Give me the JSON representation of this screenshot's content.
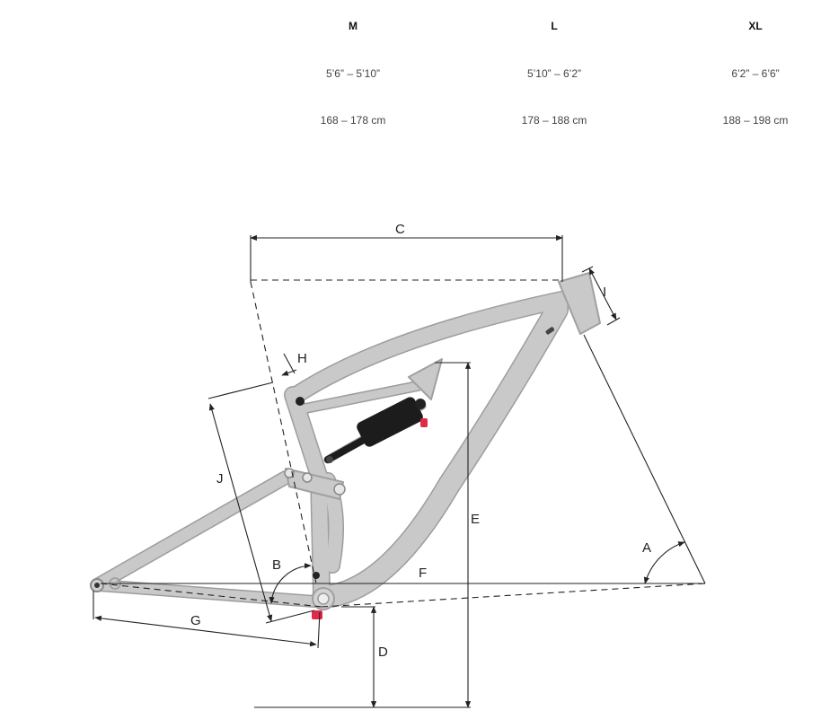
{
  "sizes": [
    {
      "size": "M",
      "height_in": "5’6” – 5’10”",
      "height_cm": "168 – 178 cm"
    },
    {
      "size": "L",
      "height_in": "5’10” – 6’2”",
      "height_cm": "178 – 188 cm"
    },
    {
      "size": "XL",
      "height_in": "6’2” – 6’6”",
      "height_cm": "188 – 198 cm"
    }
  ],
  "dimension_labels": {
    "A": "A",
    "B": "B",
    "C": "C",
    "D": "D",
    "E": "E",
    "F": "F",
    "G": "G",
    "H": "H",
    "I": "I",
    "J": "J"
  },
  "colors": {
    "frame": "#c4c4c4",
    "frame_shade": "#a9a9a9",
    "shock": "#1c1c1c",
    "accent_red": "#e02a4a",
    "line": "#222222"
  }
}
